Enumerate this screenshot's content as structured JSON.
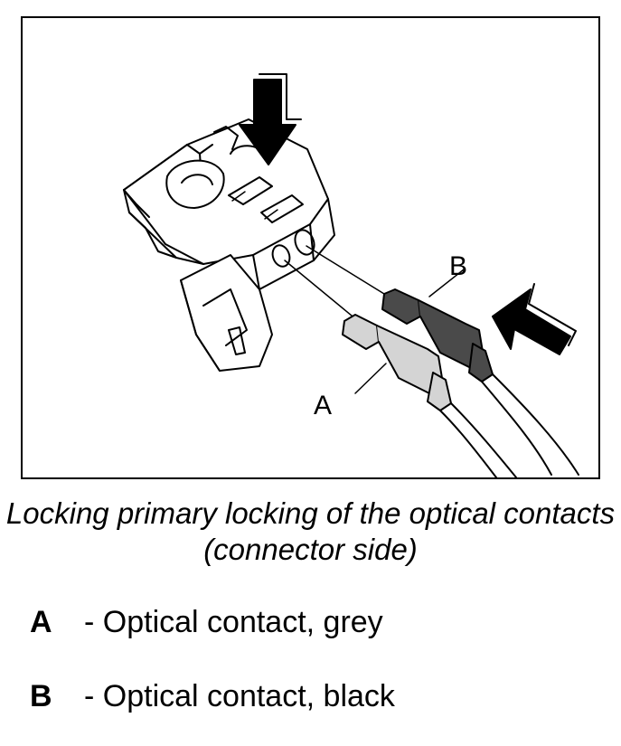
{
  "figure": {
    "callouts": {
      "a": "A",
      "b": "B"
    },
    "colors": {
      "grey_contact": "#d4d4d4",
      "black_contact": "#4a4a4a",
      "line": "#000000"
    },
    "icons": [
      "press-down-arrow-icon",
      "push-in-arrow-icon"
    ]
  },
  "caption": "Locking primary locking of the optical contacts (connector side)",
  "legend": [
    {
      "key": "A",
      "text": "- Optical contact, grey"
    },
    {
      "key": "B",
      "text": "- Optical contact, black"
    }
  ]
}
